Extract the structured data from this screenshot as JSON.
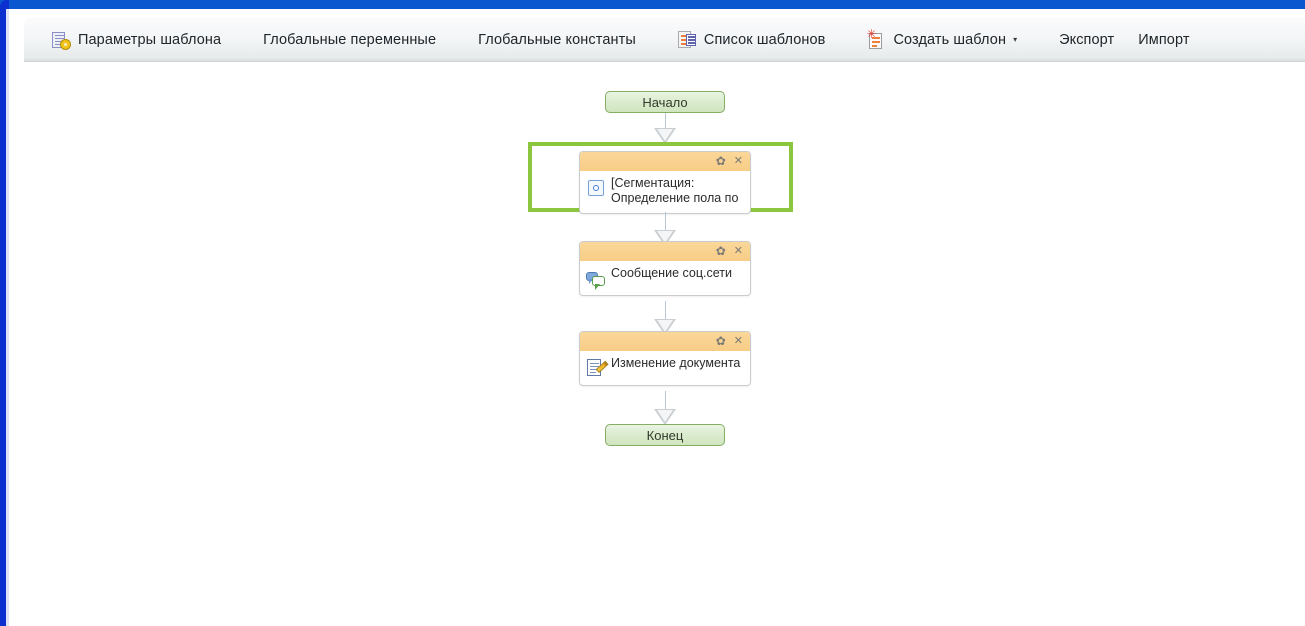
{
  "window": {
    "accent_color": "#0b30cf",
    "titlebar_color": "#0b57d0"
  },
  "toolbar": {
    "items": [
      {
        "label": "Параметры шаблона",
        "icon": "document-gear-icon",
        "has_caret": false
      },
      {
        "label": "Глобальные переменные",
        "icon": "",
        "has_caret": false
      },
      {
        "label": "Глобальные константы",
        "icon": "",
        "has_caret": false
      },
      {
        "label": "Список шаблонов",
        "icon": "template-list-icon",
        "has_caret": false
      },
      {
        "label": "Создать шаблон",
        "icon": "new-template-icon",
        "has_caret": true
      },
      {
        "label": "Экспорт",
        "icon": "",
        "has_caret": false
      },
      {
        "label": "Импорт",
        "icon": "",
        "has_caret": false
      }
    ],
    "caret_glyph": "▾"
  },
  "diagram": {
    "start_node": {
      "label": "Начало"
    },
    "end_node": {
      "label": "Конец"
    },
    "selection": {
      "color": "#8cc63f",
      "selected_node_index": 0
    },
    "header_buttons": {
      "settings_glyph": "✿",
      "close_glyph": "✕"
    },
    "nodes": [
      {
        "title": "[Сегментация:\nОпределение пола по",
        "icon": "segmentation-icon",
        "selected": true
      },
      {
        "title": "Сообщение соц.сети",
        "icon": "social-message-icon",
        "selected": false
      },
      {
        "title": "Изменение документа",
        "icon": "document-edit-icon",
        "selected": false
      }
    ]
  }
}
